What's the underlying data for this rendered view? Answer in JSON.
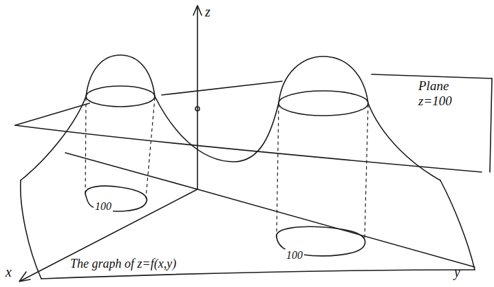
{
  "diagram": {
    "labels": [
      "z",
      "Plane z=100",
      "100",
      "100",
      "x",
      "y",
      "The graph of z=f(x,y)"
    ]
  }
}
